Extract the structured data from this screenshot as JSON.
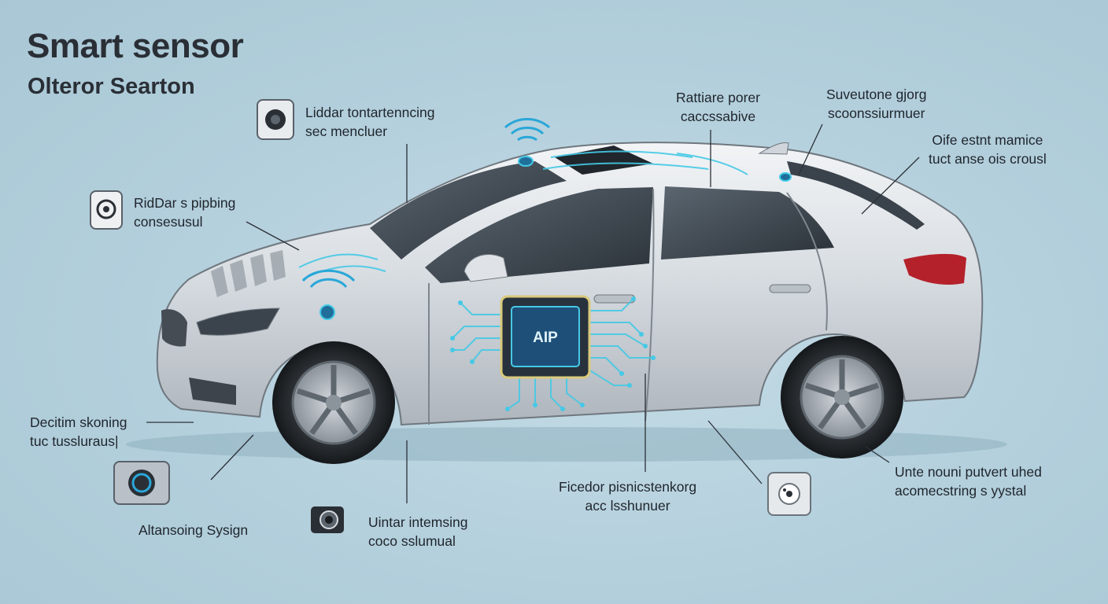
{
  "title": "Smart sensor",
  "subtitle": "Olteror Searton",
  "chip_label": "AIP",
  "labels": {
    "lidar_top": [
      "Liddar tontartenncing",
      "sec mencluer"
    ],
    "ridar": [
      "RidDar s pipbing",
      "consesusul"
    ],
    "radiare": [
      "Rattiare porer",
      "caccssabive"
    ],
    "suveutone": [
      "Suveutone gjorg",
      "scoonssiurmuer"
    ],
    "oife": [
      "Oife estnt mamice",
      "tuct anse ois crousl"
    ],
    "decitim": [
      "Decitim skoning",
      "tuc tussluraus|"
    ],
    "altansoing": [
      "Altansoing Sysign"
    ],
    "uintar": [
      "Uintar intemsing",
      "coco sslumual"
    ],
    "ficedor": [
      "Ficedor pisnicstenkorg",
      "acc lsshunuer"
    ],
    "unte": [
      "Unte nouni putvert uhed",
      "acomecstring s yystal"
    ]
  },
  "colors": {
    "background": "#b6d2de",
    "circuit": "#45c9e6",
    "chip_border": "#d9c97a",
    "chip_face": "#1e4f78",
    "tail_light": "#b5212a",
    "body": "#d8dde2"
  }
}
